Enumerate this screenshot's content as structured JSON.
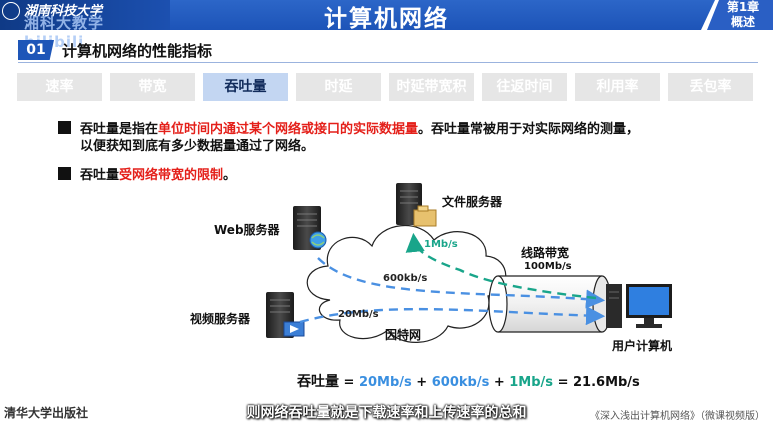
{
  "header": {
    "school": "湖南科技大学",
    "watermark": "湘科大教学 bilibili",
    "title": "计算机网络",
    "chapter_line1": "第1章",
    "chapter_line2": "概述"
  },
  "section": {
    "number": "01",
    "title": "计算机网络的性能指标"
  },
  "tabs": [
    {
      "label": "速率"
    },
    {
      "label": "带宽"
    },
    {
      "label": "吞吐量"
    },
    {
      "label": "时延"
    },
    {
      "label": "时延带宽积"
    },
    {
      "label": "往返时间"
    },
    {
      "label": "利用率"
    },
    {
      "label": "丢包率"
    }
  ],
  "active_tab": "吞吐量",
  "bullets": {
    "b1_a": "吞吐量是指在",
    "b1_red": "单位时间内通过某个网络或接口的实际数据量",
    "b1_b": "。吞吐量常被用于对实际网络的测量，",
    "b1_line2": "以便获知到底有多少数据量通过了网络。",
    "b2_a": "吞吐量",
    "b2_red": "受网络带宽的限制",
    "b2_b": "。"
  },
  "diagram": {
    "file_server": "文件服务器",
    "web_server": "Web服务器",
    "video_server": "视频服务器",
    "internet": "因特网",
    "link_bandwidth": "线路带宽",
    "link_rate": "100Mb/s",
    "user_pc": "用户计算机",
    "rate_upload": "1Mb/s",
    "rate_web": "600kb/s",
    "rate_video": "20Mb/s"
  },
  "formula": {
    "key": "吞吐量",
    "eq": " = ",
    "v1": "20Mb/s",
    "plus1": " + ",
    "v2": "600kb/s",
    "plus2": " + ",
    "v3": "1Mb/s",
    "result": " = 21.6Mb/s"
  },
  "footer": {
    "publisher": "清华大学出版社",
    "subtitle": "则网络吞吐量就是下载速率和上传速率的总和",
    "book": "《深入浅出计算机网络》（微课视频版）"
  },
  "colors": {
    "banner": "#1d54b8",
    "red": "#e4201a",
    "blue_arrow": "#4a90e2",
    "green_arrow": "#19a58a",
    "tab_active": "#c3d6f2",
    "tab_inactive": "#e6e6e6"
  }
}
